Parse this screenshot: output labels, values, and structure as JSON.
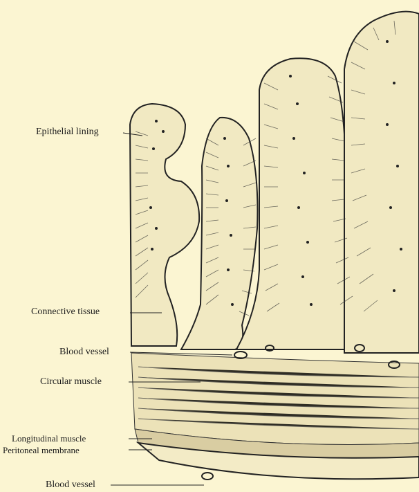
{
  "colors": {
    "background": "#fbf5d2",
    "ink": "#1d1d1d",
    "tissue": "#f1e9c2"
  },
  "labels": {
    "epithelial_lining": "Epithelial lining",
    "connective_tissue": "Connective tissue",
    "blood_vessel_upper": "Blood vessel",
    "circular_muscle": "Circular muscle",
    "longitudinal_muscle": "Longitudinal muscle",
    "peritoneal_membrane": "Peritoneal membrane",
    "blood_vessel_lower": "Blood vessel"
  }
}
